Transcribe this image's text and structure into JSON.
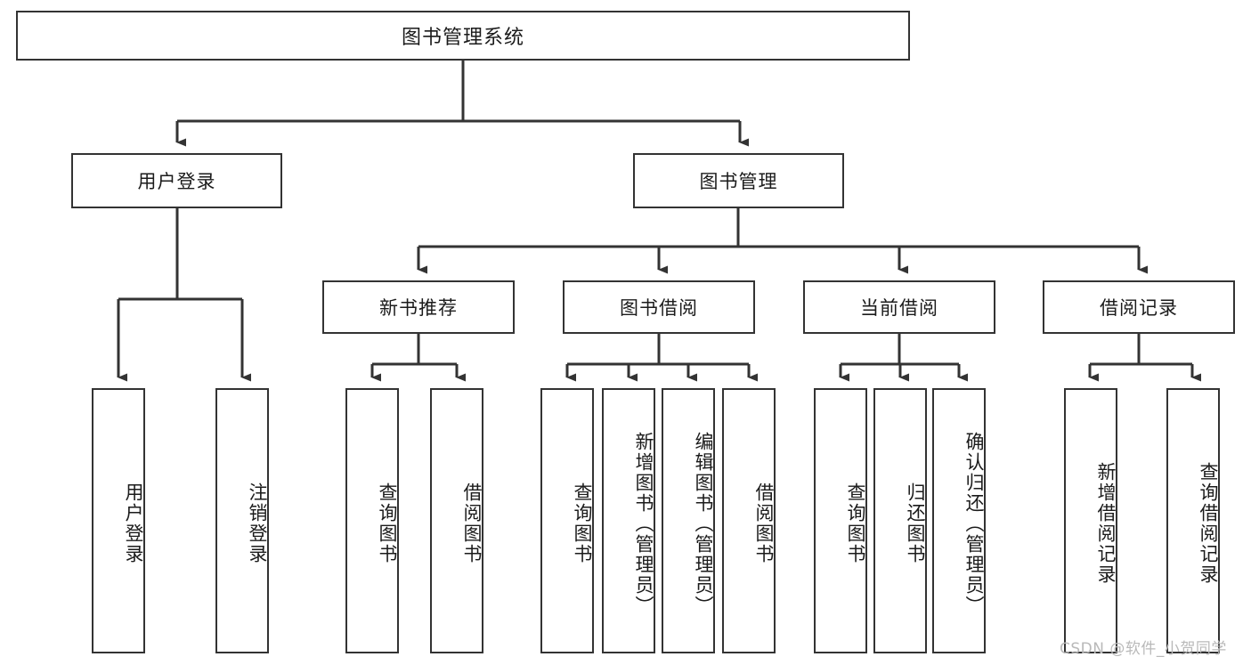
{
  "diagram": {
    "title": "图书管理系统",
    "type": "tree",
    "root": {
      "label": "图书管理系统"
    },
    "level2": [
      {
        "label": "用户登录"
      },
      {
        "label": "图书管理"
      }
    ],
    "level3": [
      {
        "label": "新书推荐"
      },
      {
        "label": "图书借阅"
      },
      {
        "label": "当前借阅"
      },
      {
        "label": "借阅记录"
      }
    ],
    "leaves": {
      "user_login": [
        {
          "label": "用户登录"
        },
        {
          "label": "注销登录"
        }
      ],
      "new_book_recommend": [
        {
          "label": "查询图书"
        },
        {
          "label": "借阅图书"
        }
      ],
      "book_borrow": [
        {
          "label": "查询图书"
        },
        {
          "label": "新增图书（管理员）"
        },
        {
          "label": "编辑图书（管理员）"
        },
        {
          "label": "借阅图书"
        }
      ],
      "current_borrow": [
        {
          "label": "查询图书"
        },
        {
          "label": "归还图书"
        },
        {
          "label": "确认归还（管理员）"
        }
      ],
      "borrow_record": [
        {
          "label": "新增借阅记录"
        },
        {
          "label": "查询借阅记录"
        }
      ]
    }
  },
  "watermark": {
    "text": "CSDN @软件_小贺同学"
  },
  "colors": {
    "stroke": "#333333",
    "text": "#1b1b1b",
    "background": "#ffffff",
    "watermark": "#b9b9b9"
  }
}
